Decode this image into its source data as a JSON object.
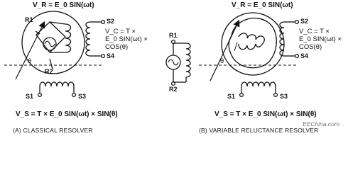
{
  "left_panel": {
    "vr_equation": "V_R = E_0 SIN(ωt)",
    "vc_equation_lines": [
      "V_C = T ×",
      "E_0 SIN(ωt) ×",
      "COS(θ)"
    ],
    "vs_equation": "V_S = T × E_0 SIN(ωt) × SIN(θ)",
    "pins": {
      "r1": "R1",
      "r2": "R2",
      "s1": "S1",
      "s2": "S2",
      "s3": "S3",
      "s4": "S4"
    },
    "angle_label": "θ",
    "caption": "(A) CLASSICAL RESOLVER"
  },
  "right_panel": {
    "vr_equation": "V_R = E_0 SIN(ωt)",
    "vc_equation_lines": [
      "V_C = T ×",
      "E_0 SIN(ωt) ×",
      "COS(θ)"
    ],
    "vs_equation": "V_S = T × E_0 SIN(ωt) × SIN(θ)",
    "pins": {
      "r1": "R1",
      "r2": "R2",
      "s1": "S1",
      "s2": "S2",
      "s3": "S3",
      "s4": "S4"
    },
    "angle_label": "θ",
    "caption": "(B) VARIABLE RELUCTANCE RESOLVER"
  },
  "watermark": "EEChina.com"
}
